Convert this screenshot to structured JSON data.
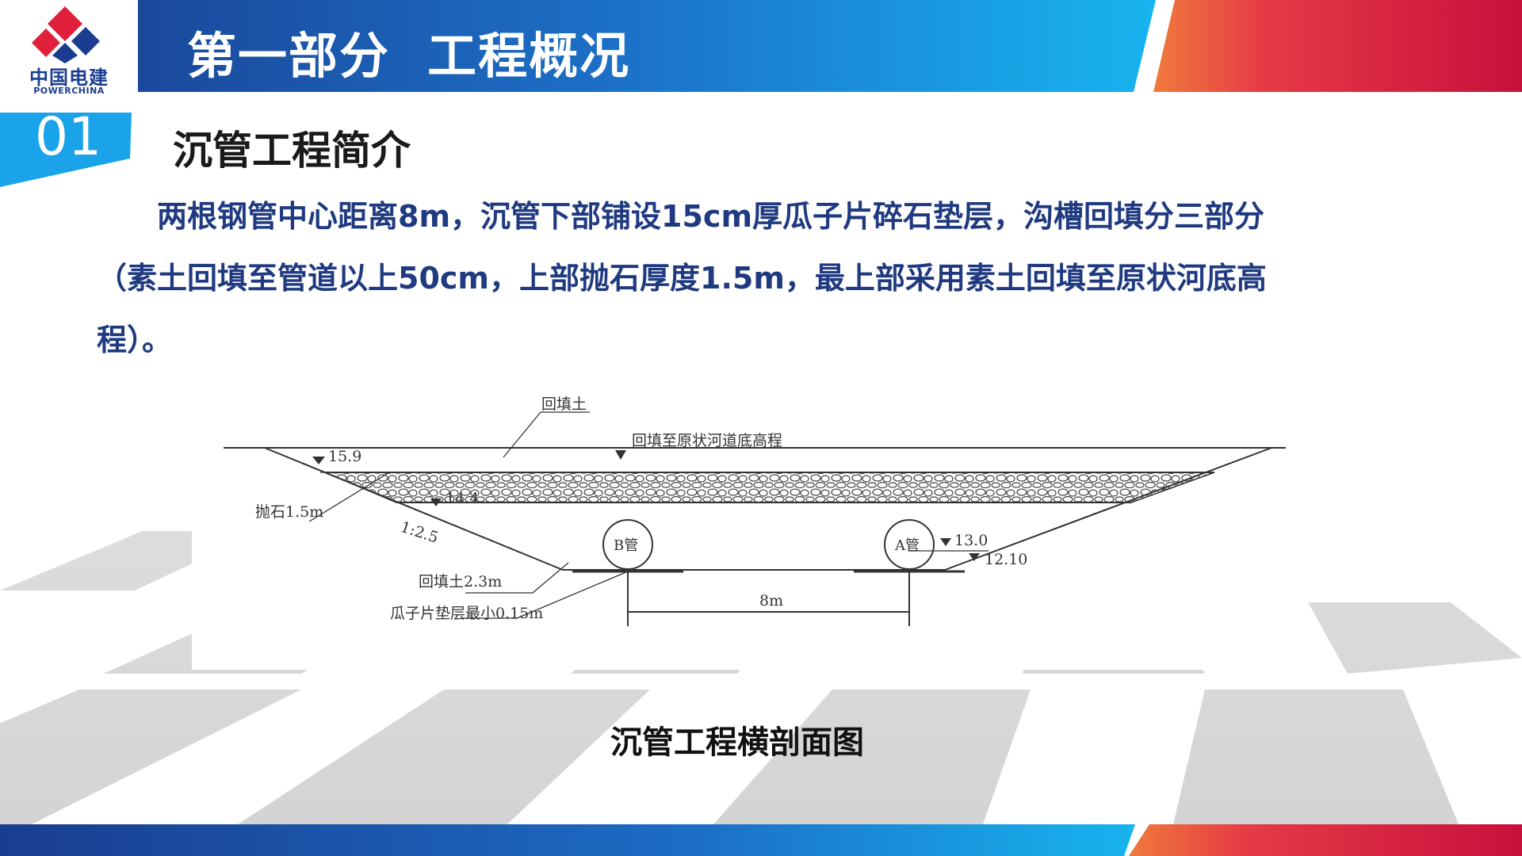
{
  "header": {
    "title": "第一部分  工程概况",
    "colors": {
      "blue_dark": "#1a3d8f",
      "blue_light": "#17b4ef",
      "red": "#d8133f"
    }
  },
  "logo": {
    "cn": "中国电建",
    "en": "POWERCHINA"
  },
  "section": {
    "number": "01",
    "subtitle": "沉管工程简介"
  },
  "paragraph": {
    "line1": "　　两根钢管中心距离8m，沉管下部铺设15cm厚瓜子片碎石垫层，沟槽回填分三部分",
    "line2": "（素土回填至管道以上50cm，上部抛石厚度1.5m，最上部采用素土回填至原状河底高",
    "line3": "程）。"
  },
  "diagram": {
    "label_backfill": "回填土",
    "label_original": "回填至原状河道底高程",
    "elev_left": "15.9",
    "elev_mid": "14.4",
    "label_riprap": "抛石1.5m",
    "slope": "1:2.5",
    "pipe_b": "B管",
    "pipe_a": "A管",
    "elev_right_top": "13.0",
    "elev_right_bottom": "12.10",
    "label_backfill_depth": "回填土2.3m",
    "label_cushion": "瓜子片垫层最小0.15m",
    "spacing": "8m"
  },
  "caption": "沉管工程横剖面图"
}
